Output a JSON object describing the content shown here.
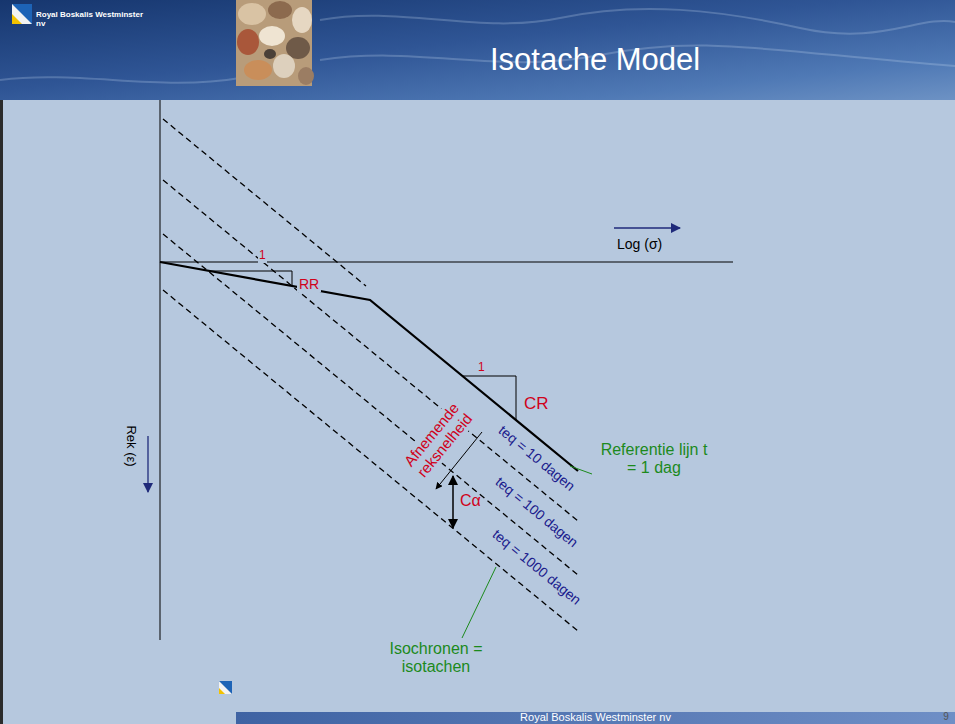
{
  "diagram": {
    "title": "Isotache Model",
    "labels": [
      "Royal Boskalis Westminster nv",
      "Log (σ)",
      "1",
      "RR",
      "1",
      "CR",
      "Rek (ε)",
      "Afnemende reksnelheid",
      "teq = 10 dagen",
      "teq = 100 dagen",
      "teq = 1000 dagen",
      "Cα",
      "Referentie lijn t = 1 dag",
      "Isochronen = isotachen",
      "Royal Boskalis Westminster nv",
      "9"
    ]
  }
}
